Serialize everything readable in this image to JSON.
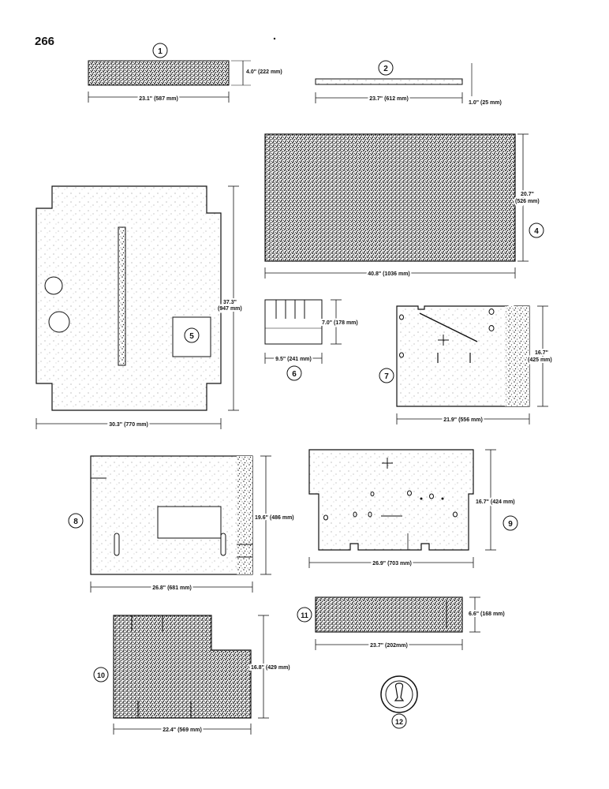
{
  "page": {
    "number": "266"
  },
  "parts": [
    {
      "id": "1",
      "dims": [
        "23.1\" (587 mm)",
        "4.0\" (222 mm)"
      ]
    },
    {
      "id": "2",
      "dims": [
        "23.7\" (612 mm)",
        "1.0\" (25 mm)"
      ]
    },
    {
      "id": "4",
      "dims": [
        "40.8\" (1036 mm)",
        "20.7\"",
        "(526 mm)"
      ]
    },
    {
      "id": "5",
      "dims": [
        "37.3\"",
        "(947 mm)",
        "30.3\" (770 mm)"
      ]
    },
    {
      "id": "6",
      "dims": [
        "7.0\" (178 mm)",
        "9.5\" (241 mm)"
      ]
    },
    {
      "id": "7",
      "dims": [
        "16.7\"",
        "(425 mm)",
        "21.9\" (556 mm)"
      ]
    },
    {
      "id": "8",
      "dims": [
        "19.6\" (486 mm)",
        "26.8\" (681 mm)"
      ]
    },
    {
      "id": "9",
      "dims": [
        "16.7\" (424 mm)",
        "26.9\" (703 mm)"
      ]
    },
    {
      "id": "10",
      "dims": [
        "16.8\" (429 mm)",
        "22.4\" (569 mm)"
      ]
    },
    {
      "id": "11",
      "dims": [
        "6.6\" (168 mm)",
        "23.7\" (202mm)"
      ]
    },
    {
      "id": "12",
      "dims": []
    }
  ]
}
